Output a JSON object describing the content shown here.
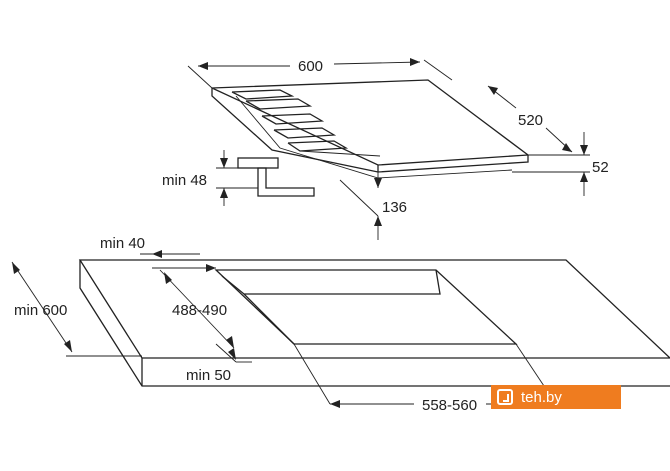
{
  "diagram": {
    "dims": {
      "hob_width": "600",
      "hob_depth": "520",
      "hob_height": "52",
      "min_front_clearance": "min 48",
      "built_in_depth": "136",
      "min_back_margin": "min 40",
      "min_side_depth": "min 600",
      "cutout_depth": "488-490",
      "min_front_margin": "min 50",
      "cutout_width": "558-560"
    },
    "watermark": {
      "text": "teh.by",
      "color": "#ef7c1f"
    },
    "colors": {
      "line": "#222222",
      "background": "#ffffff"
    }
  }
}
